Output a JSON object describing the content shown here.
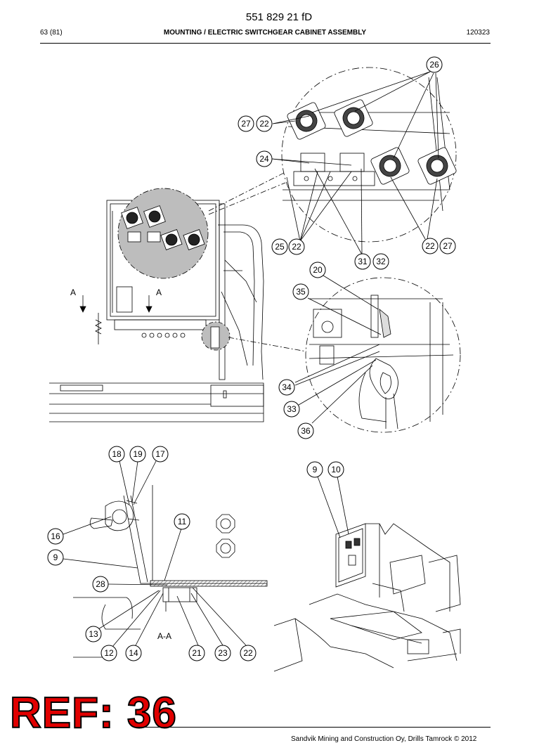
{
  "header": {
    "doc_number": "551 829 21 fD",
    "page": "63 (81)",
    "title": "MOUNTING / ELECTRIC SWITCHGEAR CABINET ASSEMBLY",
    "date_code": "120323"
  },
  "section_labels": {
    "a_left": "A",
    "a_right": "A",
    "section_aa": "A-A"
  },
  "callouts": [
    "26",
    "27",
    "22",
    "24",
    "25",
    "22",
    "31",
    "32",
    "22",
    "27",
    "20",
    "35",
    "34",
    "33",
    "36",
    "18",
    "19",
    "17",
    "16",
    "9",
    "11",
    "28",
    "13",
    "12",
    "14",
    "21",
    "23",
    "22",
    "9",
    "10"
  ],
  "ref_banner": "REF: 36",
  "footer": "Sandvik Mining and Construction Oy, Drills Tamrock © 2012"
}
